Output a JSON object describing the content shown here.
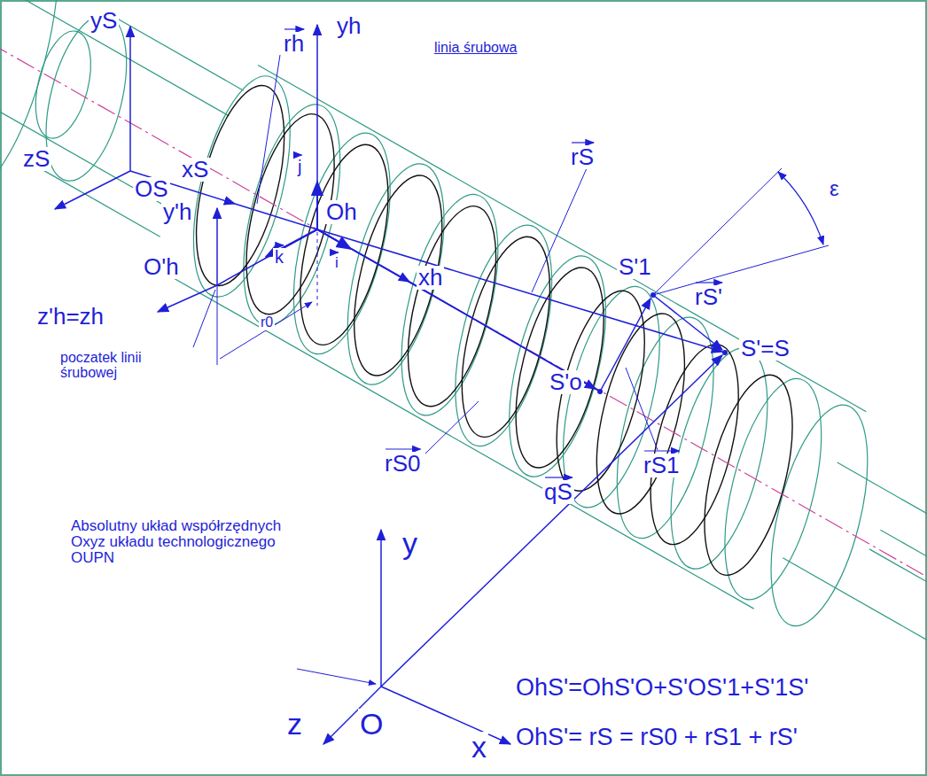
{
  "diagram": {
    "labels": [
      "yS",
      "zS",
      "OS",
      "xS",
      "rh",
      "yh",
      "linia śrubowa",
      "j",
      "rS",
      "ε",
      "y'h",
      "k",
      "Oh",
      "i",
      "xh",
      "S'1",
      "rS'",
      "O'h",
      "z'h=zh",
      "r0",
      "S'o",
      "S'=S",
      "poczatek linii śrubowej",
      "rS0",
      "rS1",
      "qS",
      "Absolutny układ współrzędnych Oxyz układu technologicznego OUPN",
      "y",
      "z",
      "O",
      "x",
      "OhS'=OhS'O+S'OS'1+S'1S'",
      "OhS'= rS = rS0 + rS1 + rS'"
    ]
  }
}
